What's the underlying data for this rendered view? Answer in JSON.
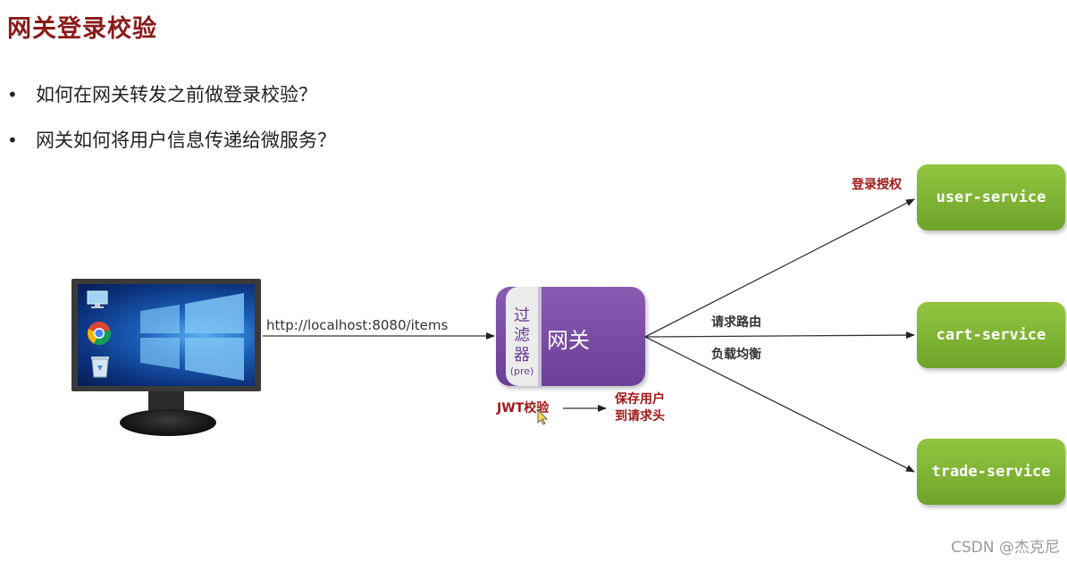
{
  "title": "网关登录校验",
  "bullets": [
    "如何在网关转发之前做登录校验？",
    "网关如何将用户信息传递给微服务？"
  ],
  "diagram": {
    "url": "http://localhost:8080/items",
    "gateway": {
      "filter_chars": [
        "过",
        "滤",
        "器"
      ],
      "filter_tag": "(pre)",
      "label": "网关"
    },
    "jwt_label": "JWT校验",
    "save_label_line1": "保存用户",
    "save_label_line2": "到请求头",
    "login_auth_label": "登录授权",
    "route_label": "请求路由",
    "balance_label": "负载均衡",
    "services": [
      "user-service",
      "cart-service",
      "trade-service"
    ],
    "colors": {
      "title": "#8b1a1a",
      "gateway": "#7a4aa6",
      "service": "#7fb533",
      "label_red": "#a01818"
    },
    "icons": [
      "monitor-icon",
      "chrome-icon",
      "recycle-bin-icon",
      "windows-logo-icon",
      "cursor-icon"
    ]
  },
  "watermark": "CSDN @杰克尼"
}
